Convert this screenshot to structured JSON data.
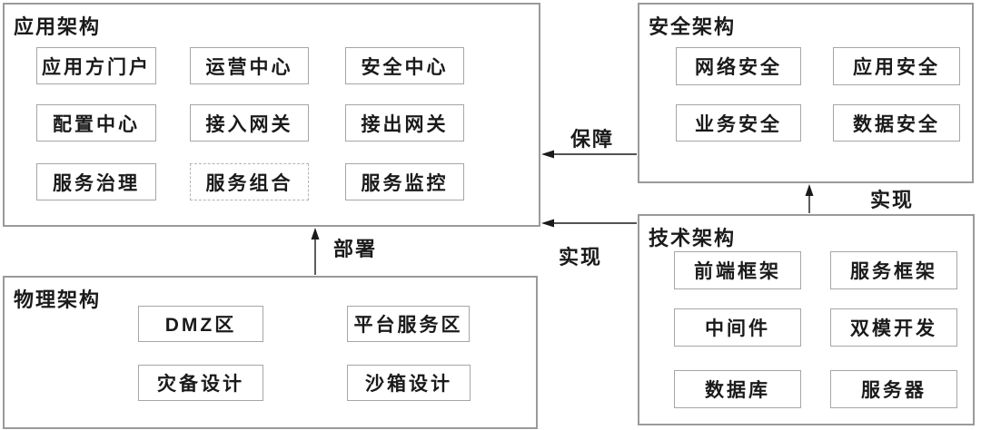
{
  "colors": {
    "section_border": "#9a9a9a",
    "node_border": "#a6a6a6",
    "dashed_node_border": "#b3b3b3",
    "arrow": "#1a1a1a",
    "text": "#1a1a1a",
    "background": "#ffffff"
  },
  "sections": {
    "application": {
      "title": "应用架构",
      "items": [
        "应用方门户",
        "运营中心",
        "安全中心",
        "配置中心",
        "接入网关",
        "接出网关",
        "服务治理",
        "服务组合",
        "服务监控"
      ]
    },
    "security": {
      "title": "安全架构",
      "items": [
        "网络安全",
        "应用安全",
        "业务安全",
        "数据安全"
      ]
    },
    "technology": {
      "title": "技术架构",
      "items": [
        "前端框架",
        "服务框架",
        "中间件",
        "双模开发",
        "数据库",
        "服务器"
      ]
    },
    "physical": {
      "title": "物理架构",
      "items": [
        "DMZ区",
        "平台服务区",
        "灾备设计",
        "沙箱设计"
      ]
    }
  },
  "arrows": [
    {
      "id": "security-to-application",
      "label": "保障"
    },
    {
      "id": "technology-to-application",
      "label": "实现"
    },
    {
      "id": "technology-to-security",
      "label": "实现"
    },
    {
      "id": "physical-to-application",
      "label": "部署"
    }
  ]
}
